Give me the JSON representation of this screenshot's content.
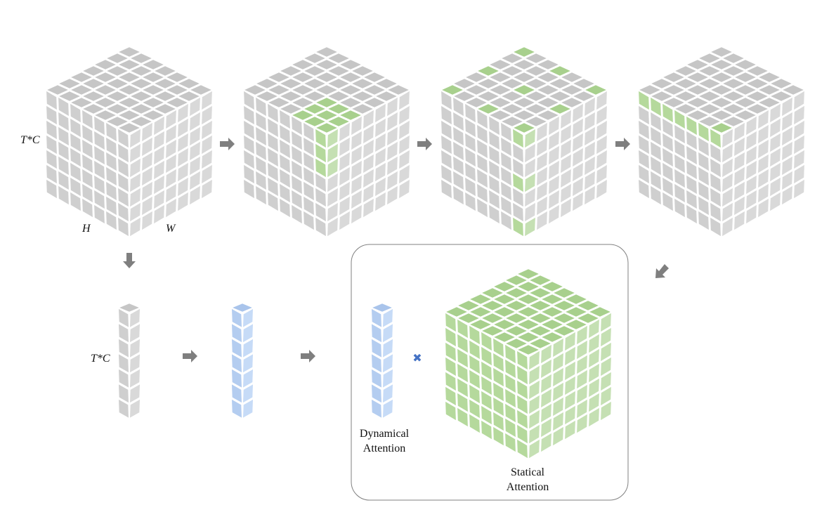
{
  "labels": {
    "tc_top": "T*C",
    "h": "H",
    "w": "W",
    "tc_bottom": "T*C",
    "dyn_line1": "Dynamical",
    "dyn_line2": "Attention",
    "stat_line1": "Statical",
    "stat_line2": "Attention"
  },
  "grid_size": 7,
  "colors": {
    "gray_top": "#c6c6c6",
    "gray_left": "#cfcfcf",
    "gray_right": "#d9d9d9",
    "green_top": "#a8d08d",
    "green_left": "#b5d99c",
    "green_right": "#c5e0b3",
    "blue_top": "#a9c4eb",
    "blue_left": "#b4cdf0",
    "blue_right": "#c6dbf7",
    "arrow": "#7f7f7f",
    "multiply": "#4472c4",
    "box_border": "#808080"
  },
  "cubes": [
    {
      "name": "cube-input",
      "highlight": "none"
    },
    {
      "name": "cube-local-window",
      "highlight": "local-window"
    },
    {
      "name": "cube-dilated-sampling",
      "highlight": "scattered"
    },
    {
      "name": "cube-vertical-column",
      "highlight": "column"
    },
    {
      "name": "cube-statical-attention",
      "highlight": "all"
    }
  ],
  "columns": [
    {
      "name": "column-pooled-gray",
      "color": "gray"
    },
    {
      "name": "column-projected-blue",
      "color": "blue"
    },
    {
      "name": "column-dynamical-attention",
      "color": "blue"
    }
  ],
  "operator_symbol": "✖"
}
